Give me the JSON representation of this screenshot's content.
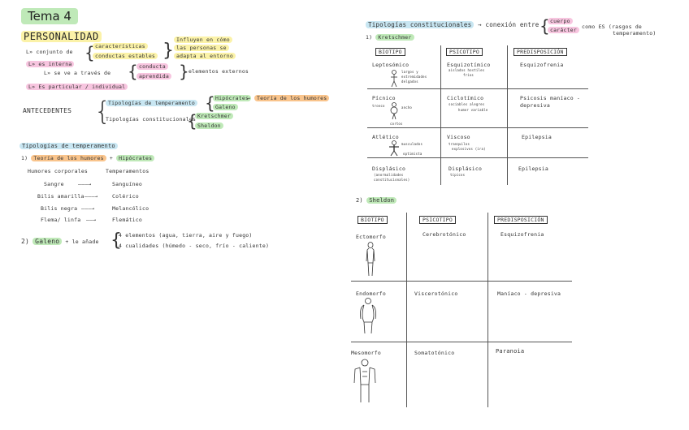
{
  "title": "Tema 4",
  "heading": "PERSONALIDAD",
  "def": {
    "line1_prefix": "L» conjunto de",
    "c1": "características",
    "c2": "conductas estables",
    "influye1": "Influyen en cómo",
    "influye2": "las personas se",
    "influye3": "adapta al entorno",
    "interna_prefix": "L» es interna",
    "interna2": "L» se ve a través de",
    "conducta1": "conducta",
    "conducta2": "aprendida",
    "elementos": "elementos externos",
    "particular": "L» Es particular / individual"
  },
  "antecedentes": {
    "label": "ANTECEDENTES",
    "t1": "Tipologías de temperamento",
    "t1a": "Hipócrates",
    "t1b": "Galeno",
    "t1teoria": "Teoría de los humores",
    "t2": "Tipologías constitucionales",
    "t2a": "Kretschmer",
    "t2b": "Sheldon"
  },
  "temperamento": {
    "heading": "Tipologías de temperamento",
    "item1_prefix": "1)",
    "item1": "Teoría de los humores",
    "item1_author": "Hipócrates",
    "col1": "Humores corporales",
    "col2": "Temperamentos",
    "rows": [
      {
        "h": "Sangre",
        "t": "Sanguíneo"
      },
      {
        "h": "Bilis amarilla",
        "t": "Colérico"
      },
      {
        "h": "Bilis negra",
        "t": "Melancólico"
      },
      {
        "h": "Flema/ linfa",
        "t": "Flemático"
      }
    ],
    "item2_prefix": "2)",
    "item2": "Galeno",
    "item2_mid": "le añade",
    "item2_a": "4 elementos (agua, tierra, aire y fuego)",
    "item2_b": "4 cualidades (húmedo - seco, frío - caliente)"
  },
  "constitucionales": {
    "heading": "Tipologías constitucionales",
    "mid": "conexión entre",
    "p1": "cuerpo",
    "p2": "carácter",
    "p3": "como ES (rasgos de",
    "p4": "temperamento)",
    "k_prefix": "1)",
    "k_name": "Kretschmer",
    "headers": [
      "BIOTIPO",
      "PSICOTIPO",
      "PREDISPOSICIÓN"
    ],
    "k_rows": [
      {
        "b": "Leptosómico",
        "bn1": "largos y",
        "bn2": "extremidades",
        "bn3": "delgados",
        "p": "Esquizotímico",
        "pn1": "aislados  hostiles",
        "pn2": "fríos",
        "d": "Esquizofrenia"
      },
      {
        "b": "Pícnico",
        "bn1": "tronco",
        "bn2": "ancho",
        "bn3": "cortos",
        "p": "Ciclotímico",
        "pn1": "sociables  alegres",
        "pn2": "humor variable",
        "d": "Psicosis maníaco - depresiva"
      },
      {
        "b": "Atlético",
        "bn1": "musculados",
        "bn2": "optimista",
        "bn3": "",
        "p": "Viscoso",
        "pn1": "tranquilos",
        "pn2": "explosivos (ira)",
        "d": "Epilepsia"
      },
      {
        "b": "Displásico",
        "bn1": "(anormalidades",
        "bn2": "constitucionales)",
        "bn3": "",
        "p": "Displásico",
        "pn1": "típicos",
        "pn2": "",
        "d": "Epilepsia"
      }
    ],
    "s_prefix": "2)",
    "s_name": "Sheldon",
    "s_rows": [
      {
        "b": "Ectomorfo",
        "p": "Cerebrotónico",
        "d": "Esquizofrenia"
      },
      {
        "b": "Endomorfo",
        "p": "Viscerotónico",
        "d": "Maníaco - depresiva"
      },
      {
        "b": "Mesomorfo",
        "p": "Somatotónico",
        "d": "Paranoia"
      }
    ]
  }
}
